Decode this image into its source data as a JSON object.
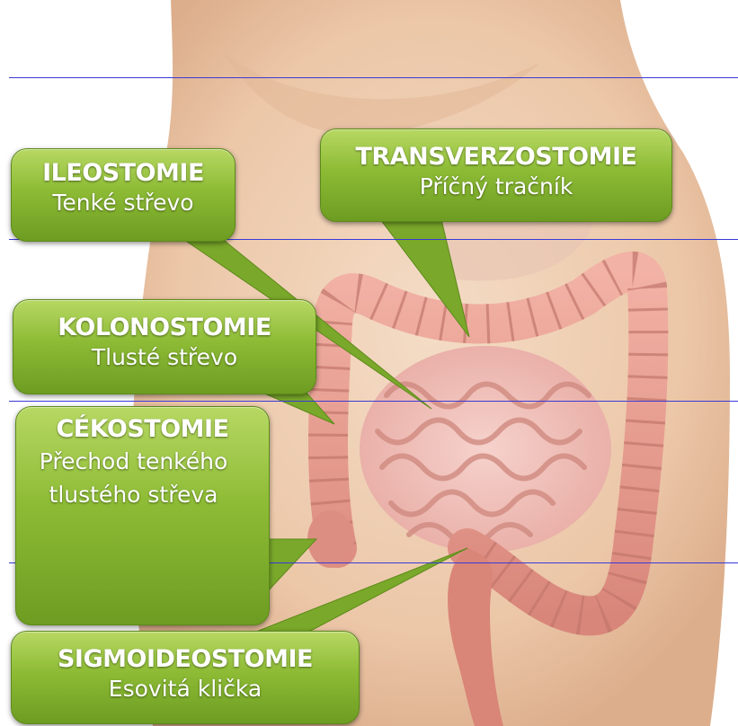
{
  "callouts": {
    "ileostomie": {
      "title": "ILEOSTOMIE",
      "subtitle": "Tenké střevo"
    },
    "transverzostomie": {
      "title": "TRANSVERZOSTOMIE",
      "subtitle": "Příčný tračník"
    },
    "kolonostomie": {
      "title": "KOLONOSTOMIE",
      "subtitle": "Tlusté střevo"
    },
    "cekostomie": {
      "title": "CÉKOSTOMIE",
      "subtitle": "Přechod tenkého tlustého střeva"
    },
    "sigmoideostomie": {
      "title": "SIGMOIDEOSTOMIE",
      "subtitle": "Esovitá klička"
    }
  },
  "colors": {
    "callout_green": "#8dbb35",
    "skin": "#eecdb0",
    "intestine": "#e39a90",
    "guide_line": "#3a3ad8"
  }
}
